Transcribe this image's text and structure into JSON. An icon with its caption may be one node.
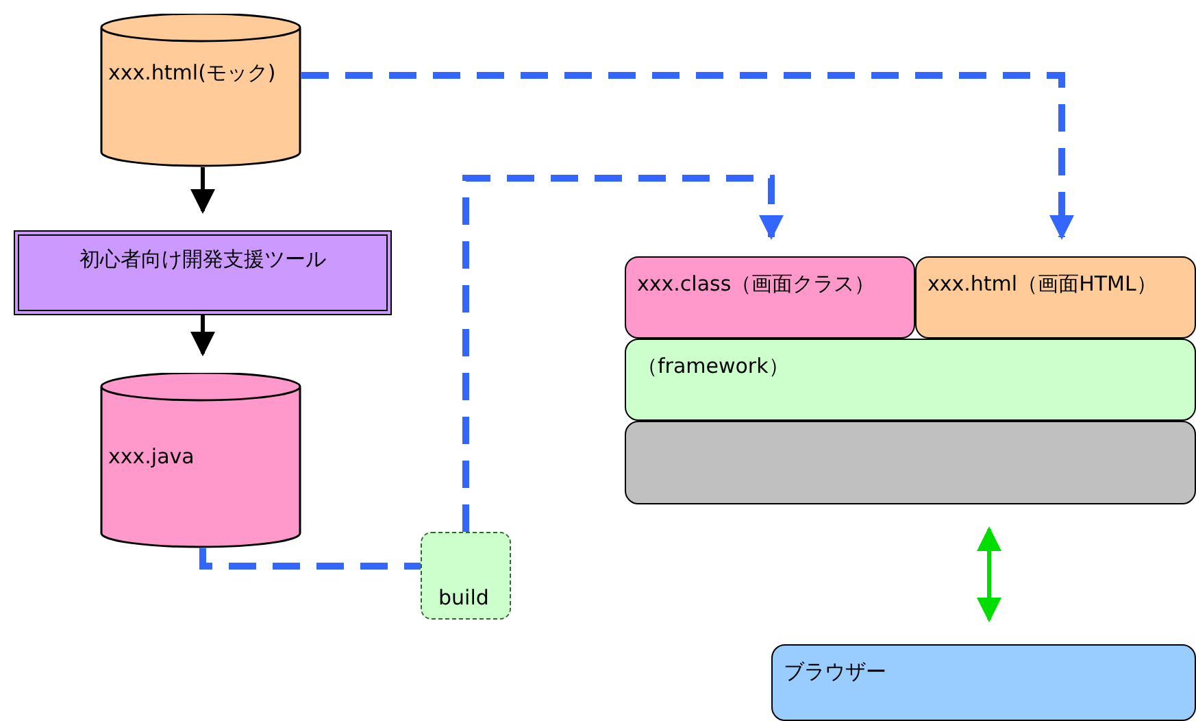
{
  "diagram": {
    "nodes": [
      {
        "text": [
          "xxx.html(モック)"
        ]
      },
      {
        "text": [
          "初心者向け開発支援ツール"
        ]
      },
      {
        "text": [
          "xxx.java"
        ]
      },
      {
        "text": [
          "build"
        ]
      },
      {
        "text": [
          "xxx.class（画面クラス）"
        ]
      },
      {
        "text": [
          "xxx.html（画面HTML）"
        ]
      },
      {
        "text": [
          "（framework）"
        ]
      },
      {
        "text": [],
        "shape": "box"
      },
      {
        "text": [
          "ブラウザー"
        ]
      }
    ],
    "edges": [
      {
        "from": 0,
        "to": 1,
        "arrow": "to",
        "color": "#000000"
      },
      {
        "from": 1,
        "to": 2,
        "arrow": "to",
        "color": "#000000"
      },
      {
        "from": 2,
        "to": 3,
        "arrow": "none",
        "style": "dashed"
      },
      {
        "from": 3,
        "to": 4,
        "arrow": "to",
        "style": "dashed"
      },
      {
        "from": 0,
        "to": 5,
        "arrow": "to",
        "style": "dashed"
      },
      {
        "from": 7,
        "to": 8,
        "arrow": "both",
        "color": "#00dd00"
      }
    ]
  }
}
